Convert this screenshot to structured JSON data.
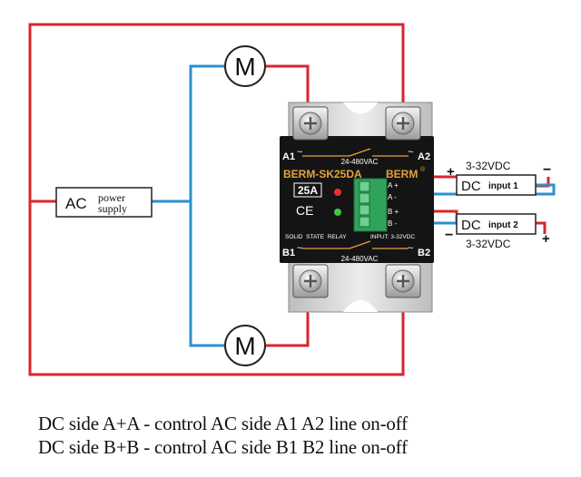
{
  "colors": {
    "red_wire": "#d8262e",
    "blue_wire": "#2b8fd0",
    "relay_body": "#141414",
    "relay_text": "#e8a13a",
    "terminal_block": "#2fa35a",
    "led_red": "#e53030",
    "led_green": "#43c443",
    "heatsink": "#d9d9d9"
  },
  "ac_supply": {
    "ac": "AC",
    "power": "power",
    "supply": "supply"
  },
  "motor_top": {
    "label": "M"
  },
  "motor_bottom": {
    "label": "M"
  },
  "relay": {
    "model": "BERM-SK25DA",
    "brand": "BERM",
    "registered": "®",
    "rating": "25A",
    "ce": "CE",
    "voltage_top": "24-480VAC",
    "voltage_bottom": "24-480VAC",
    "bottom_text": "SOLID  STATE  RELAY",
    "input_text": "INPUT: 3-32VDC",
    "terminals": {
      "a1": "A1",
      "a2": "A2",
      "b1": "B1",
      "b2": "B2"
    },
    "pins": {
      "a_plus": "A  +",
      "a_minus": "A  -",
      "b_plus": "B  +",
      "b_minus": "B  -"
    },
    "tilde": "~"
  },
  "input1": {
    "dc": "DC",
    "name": "input 1",
    "voltage": "3-32VDC",
    "plus": "+",
    "minus": "−"
  },
  "input2": {
    "dc": "DC",
    "name": "input 2",
    "voltage": "3-32VDC",
    "plus": "+",
    "minus": "−"
  },
  "captions": [
    "DC side A+A - control AC side A1 A2 line on-off",
    "DC side B+B - control AC side B1 B2 line on-off"
  ]
}
